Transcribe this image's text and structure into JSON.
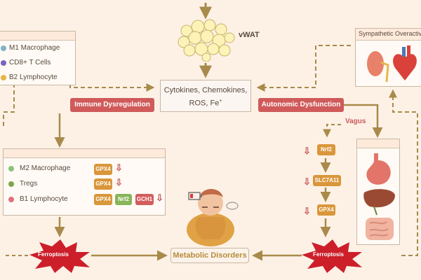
{
  "top_label": "vWAT",
  "center_box": {
    "line1": "Cytokines, Chemokines,",
    "line2": "ROS, Fe",
    "sup": "+"
  },
  "immune_label": "Immune Dysregulation",
  "autonomic_label": "Autonomic Dysfunction",
  "vagus_label": "Vagus",
  "top_left_panel": {
    "items": [
      "M1 Macrophage",
      "CD8+ T Cells",
      "B2 Lymphocyte"
    ]
  },
  "top_right_panel": {
    "title": "Sympathetic Overactive"
  },
  "mid_left_panel": {
    "rows": [
      {
        "label": "M2 Macrophage",
        "tags": [
          "GPX4"
        ]
      },
      {
        "label": "Tregs",
        "tags": [
          "GPX4"
        ]
      },
      {
        "label": "B1 Lymphocyte",
        "tags": [
          "GPX4",
          "Nrf2",
          "GCH1"
        ]
      }
    ]
  },
  "right_chain": [
    "Nrf2",
    "SLC7A11",
    "GPX4"
  ],
  "ferroptosis_label": "Ferroptosis",
  "metabolic_label": "Metabolic Disorders",
  "colors": {
    "immune": "#d05a5a",
    "autonomic": "#d05a5a",
    "arrow": "#a88a4a",
    "gpx": "#d9963b",
    "nrf": "#86b55a",
    "gch": "#d45c5c",
    "burst": "#cc1f2a"
  }
}
